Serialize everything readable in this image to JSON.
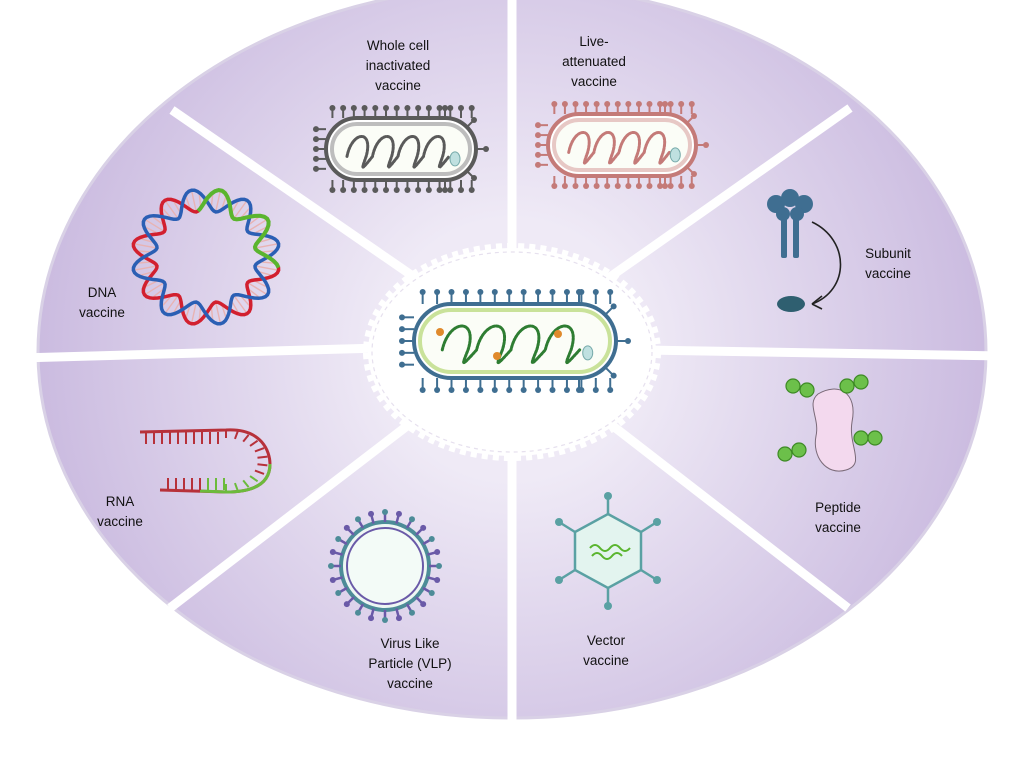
{
  "colors": {
    "segment_light": "#efeaf6",
    "segment_dark": "#c6b5dd",
    "divider": "#ffffff",
    "rim": "#d9d1e6",
    "center_bg": "#ffffff",
    "membrane_outer": "#3f6e91",
    "membrane_inner": "#c9e29a",
    "genome_green": "#2e7d32",
    "inactivated_gray": "#5a5a5a",
    "attenuated_rose": "#c47a78",
    "dna_red": "#d2202f",
    "dna_blue": "#2b5fb4",
    "dna_green": "#5ab52e",
    "rna_red": "#b7313a",
    "rna_green": "#6cbb3c",
    "subunit_blue": "#3f6e91",
    "peptide_pink": "#f3d9ee",
    "peptide_green": "#6cc04a",
    "vlp_purple": "#6a5aa8",
    "vlp_teal": "#4d8c98",
    "vector_teal": "#5aa1a3",
    "vector_fill": "#e3f4ef"
  },
  "labels": {
    "whole_cell": [
      "Whole cell",
      "inactivated",
      "vaccine"
    ],
    "live_attenuated": [
      "Live-",
      "attenuated",
      "vaccine"
    ],
    "subunit": [
      "Subunit",
      "vaccine"
    ],
    "peptide": [
      "Peptide",
      "vaccine"
    ],
    "vector": [
      "Vector",
      "vaccine"
    ],
    "vlp": [
      "Virus Like",
      "Particle (VLP)",
      "vaccine"
    ],
    "rna": [
      "RNA",
      "vaccine"
    ],
    "dna": [
      "DNA",
      "vaccine"
    ]
  },
  "icons": {
    "center": "bacterium-pathogen-icon",
    "whole_cell": "inactivated-bacterium-icon",
    "live_attenuated": "attenuated-bacterium-icon",
    "subunit": "antigen-subunit-icon",
    "peptide": "peptide-icon",
    "vector": "viral-vector-icon",
    "vlp": "virus-like-particle-icon",
    "rna": "rna-strand-icon",
    "dna": "dna-plasmid-icon"
  }
}
